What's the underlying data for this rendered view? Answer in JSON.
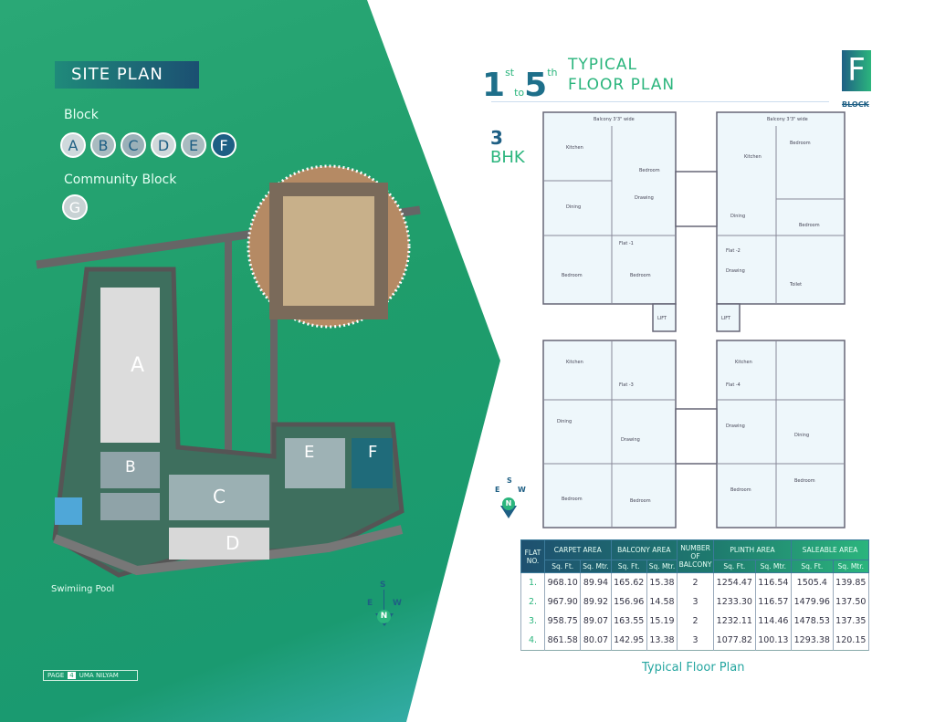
{
  "site_plan": {
    "title": "SITE PLAN",
    "block_label": "Block",
    "blocks": [
      "A",
      "B",
      "C",
      "D",
      "E",
      "F"
    ],
    "community_label": "Community Block",
    "community_blocks": [
      "G"
    ],
    "pool_label": "Swimiing Pool",
    "map_blocks": [
      "A",
      "B",
      "C",
      "D",
      "E",
      "F"
    ],
    "compass": {
      "s": "S",
      "e": "E",
      "w": "W",
      "n": "N"
    }
  },
  "footer": {
    "page_label": "PAGE",
    "page_number": "4",
    "project": "UMA NILYAM"
  },
  "floor_plan": {
    "first": "1",
    "first_sup": "st",
    "to": "to",
    "last": "5",
    "last_sup": "th",
    "title_line1": "TYPICAL",
    "title_line2": "FLOOR PLAN",
    "block_letter": "F",
    "block_label": "BLOCK",
    "bhk_number": "3",
    "bhk_label": "BHK",
    "flats": [
      "Flat -1",
      "Flat -2",
      "Flat -3",
      "Flat -4"
    ],
    "lift": "LIFT",
    "rooms": [
      "Kitchen",
      "Bedroom",
      "Dining",
      "Drawing",
      "Toilet",
      "Balcony 3'3\" wide"
    ],
    "compass": {
      "s": "S",
      "e": "E",
      "w": "W",
      "n": "N"
    }
  },
  "table": {
    "headers": {
      "flat": "FLAT NO.",
      "carpet": "CARPET AREA",
      "balcony": "BALCONY AREA",
      "num_balcony": "NUMBER OF BALCONY",
      "plinth": "PLINTH AREA",
      "saleable": "SALEABLE AREA",
      "sqft": "Sq. Ft.",
      "sqm": "Sq. Mtr."
    },
    "rows": [
      [
        "1.",
        "968.10",
        "89.94",
        "165.62",
        "15.38",
        "2",
        "1254.47",
        "116.54",
        "1505.4",
        "139.85"
      ],
      [
        "2.",
        "967.90",
        "89.92",
        "156.96",
        "14.58",
        "3",
        "1233.30",
        "116.57",
        "1479.96",
        "137.50"
      ],
      [
        "3.",
        "958.75",
        "89.07",
        "163.55",
        "15.19",
        "2",
        "1232.11",
        "114.46",
        "1478.53",
        "137.35"
      ],
      [
        "4.",
        "861.58",
        "80.07",
        "142.95",
        "13.38",
        "3",
        "1077.82",
        "100.13",
        "1293.38",
        "120.15"
      ]
    ],
    "caption": "Typical Floor Plan"
  },
  "colors": {
    "green": "#2bb57d",
    "navy": "#1e5f84"
  }
}
